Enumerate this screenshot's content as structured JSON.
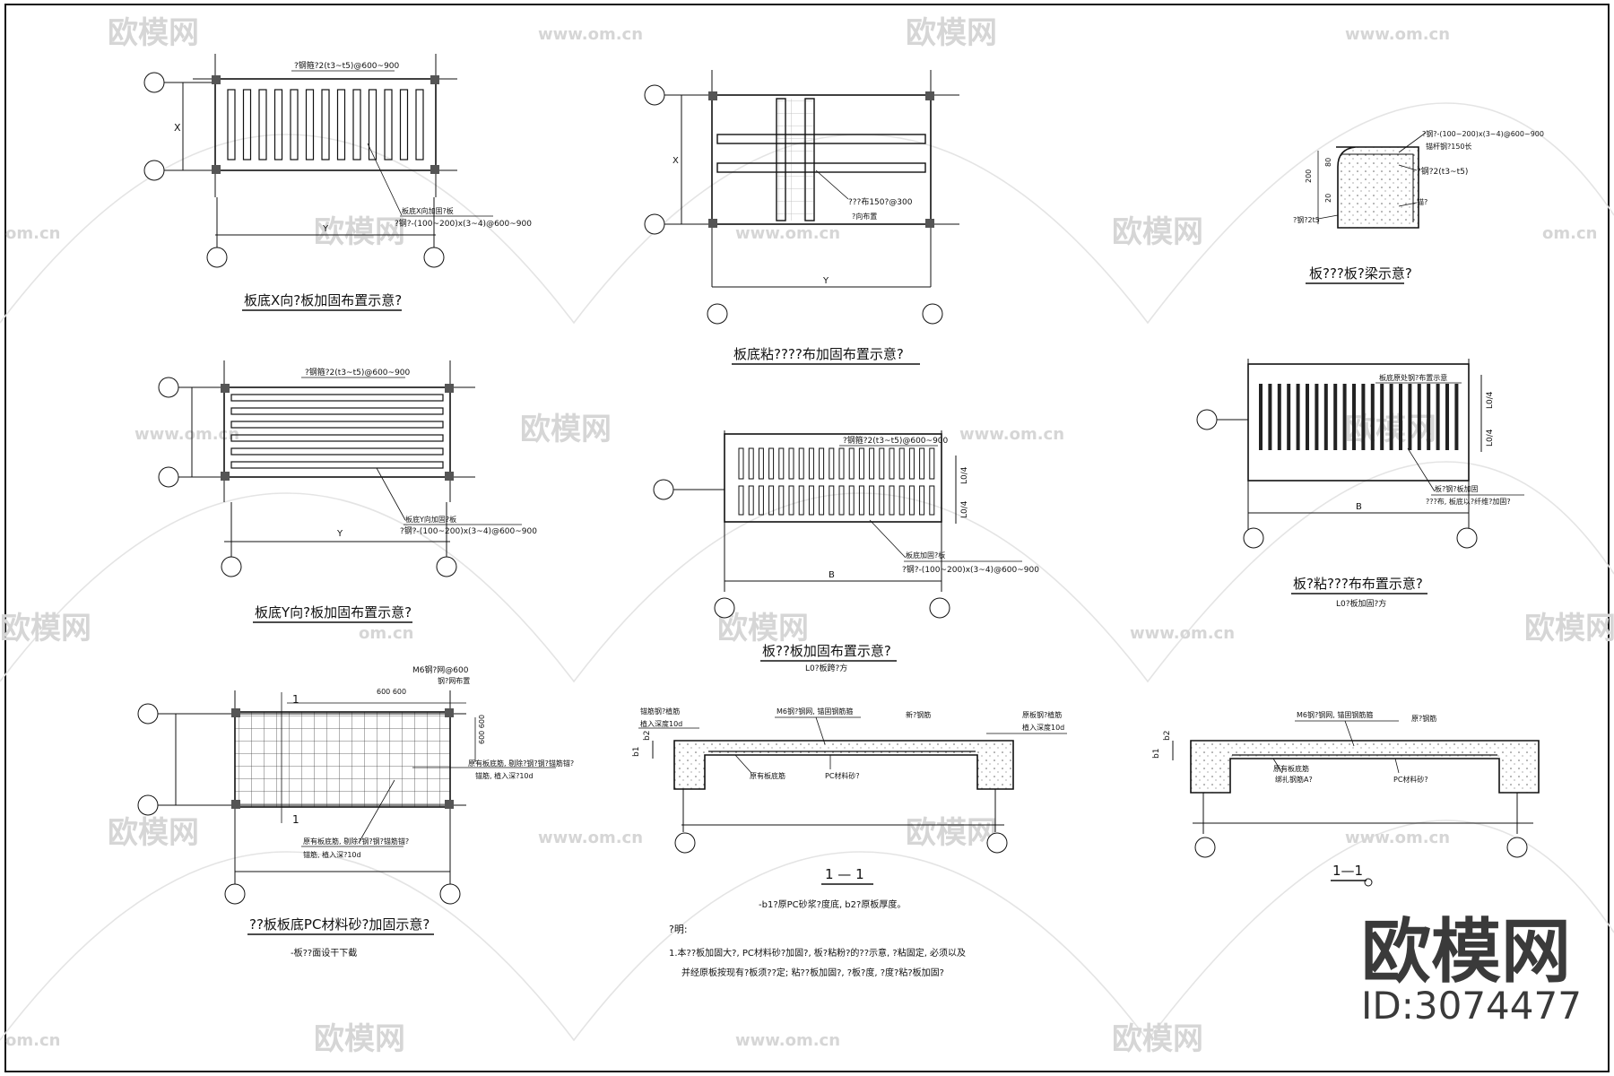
{
  "watermark": {
    "brand": "欧模网",
    "url": "www.om.cn",
    "url_short": "om.cn"
  },
  "brand_block": {
    "name": "欧模网",
    "id": "ID:3074477"
  },
  "figures": {
    "x_dir": {
      "title": "板底X向?板加固布置示意?",
      "label_top": "?钢箍?2(t3~t5)@600~900",
      "label_mid": "板底X向加固?板",
      "label_bot": "?钢?-(100~200)x(3~4)@600~900",
      "dim_x": "X",
      "dim_y": "Y"
    },
    "y_dir": {
      "title": "板底Y向?板加固布置示意?",
      "label_top": "?钢箍?2(t3~t5)@600~900",
      "label_mid": "板底Y向加固?板",
      "label_bot": "?钢?-(100~200)x(3~4)@600~900",
      "dim_y": "Y"
    },
    "grid_pc": {
      "title": "??板板底PC材料砂?加固示意?",
      "subtitle": "-板??面设干下截",
      "label_mesh": "M6钢?网@600",
      "label_mesh2": "钢?网布置",
      "dim_a": "600 600",
      "dim_b": "600 600",
      "sec_mark": "1",
      "label_right1": "原有板底筋, 剔除?钢?钢?锚筋锚?",
      "label_right2": "锚筋, 植入深?10d",
      "label_bot1": "原有板底筋, 剔除?钢?钢?锚筋锚?",
      "label_bot2": "锚筋, 植入深?10d"
    },
    "cross": {
      "title": "板底粘????布加固布置示意?",
      "label": "???布150?@300",
      "label2": "?向布置",
      "dim_x": "X",
      "dim_y": "Y"
    },
    "strip": {
      "title": "板??板加固布置示意?",
      "subtitle": "L0?板跨?方",
      "label_top": "?钢箍?2(t3~t5)@600~900",
      "label_mid": "板底加固?板",
      "label_bot": "?钢?-(100~200)x(3~4)@600~900",
      "dim_l1": "L0/4",
      "dim_l2": "L0/4",
      "dim_b": "B"
    },
    "section1": {
      "title": "1 — 1",
      "note_under": "-b1?原PC砂浆?度底, b2?原板厚度。",
      "lbl_tl": "锚筋钢?植筋",
      "lbl_tl2": "植入深度10d",
      "lbl_mid": "M6钢?钢网, 锚固钢筋箍",
      "lbl_mid2": "新?钢筋",
      "lbl_tr": "原板钢?植筋",
      "lbl_tr2": "植入深度10d",
      "lbl_bl": "原有板底筋",
      "lbl_bc": "PC材料砂?",
      "dim_b1": "b1",
      "dim_b2": "b2"
    },
    "notes": {
      "head": "?明:",
      "line1": "1.本??板加固大?, PC材料砂?加固?, 板?粘粉?的??示意, ?粘固定, 必须以及",
      "line2": "并经原板按现有?板须??定; 粘??板加固?, ?板?度, ?度?粘?板加固? "
    },
    "beam": {
      "title": "板???板?梁示意?",
      "lbl1": "?钢?-(100~200)x(3~4)@600~900",
      "lbl2": "锚杆钢?150长",
      "lbl3": "?钢?2(t3~t5)",
      "lbl4": "锚?",
      "lbl5": "?钢?2t5",
      "dim_a": "200",
      "dim_b": "80",
      "dim_c": "20"
    },
    "strip2": {
      "title": "板?粘???布布置示意?",
      "subtitle": "L0?板加固?方",
      "lbl_top": "板底原处钢?布置示意",
      "lbl_b1": "板?钢?板加固",
      "lbl_b2": "???布, 板底以?纤维?加固?",
      "dim_l1": "L0/4",
      "dim_l2": "L0/4",
      "dim_b": "B"
    },
    "section2": {
      "title": "1—1",
      "lbl_tl": "M6钢?钢网, 锚固钢筋箍",
      "lbl_tr": "原?钢筋",
      "lbl_bl": "原有板底筋",
      "lbl_bl2": "绑扎钢筋A?",
      "lbl_bc": "PC材料砂?",
      "dim_b1": "b1",
      "dim_b2": "b2"
    }
  }
}
